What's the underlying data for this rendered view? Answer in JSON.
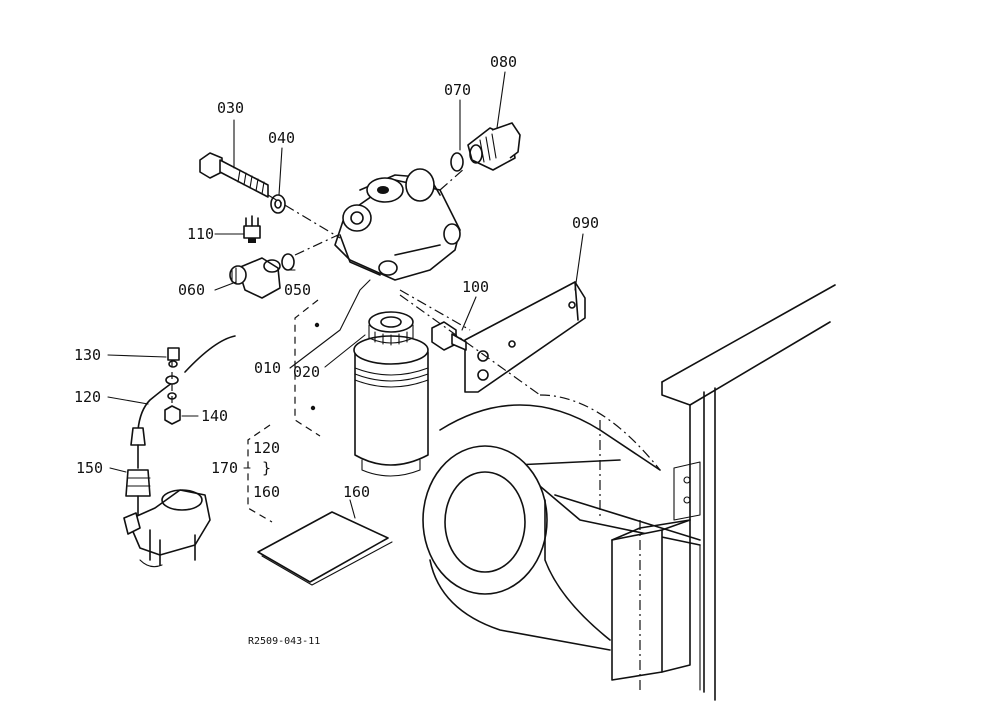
{
  "labels": {
    "p010": "010",
    "p020": "020",
    "p030": "030",
    "p040": "040",
    "p050": "050",
    "p060": "060",
    "p070": "070",
    "p080": "080",
    "p090": "090",
    "p100": "100",
    "p110": "110",
    "p120": "120",
    "p130": "130",
    "p140": "140",
    "p150": "150",
    "p160": "160",
    "p170": "170",
    "kit_top": "120",
    "kit_mid": "}",
    "kit_bottom": "160"
  },
  "drawing_code": "R2509-043-11"
}
